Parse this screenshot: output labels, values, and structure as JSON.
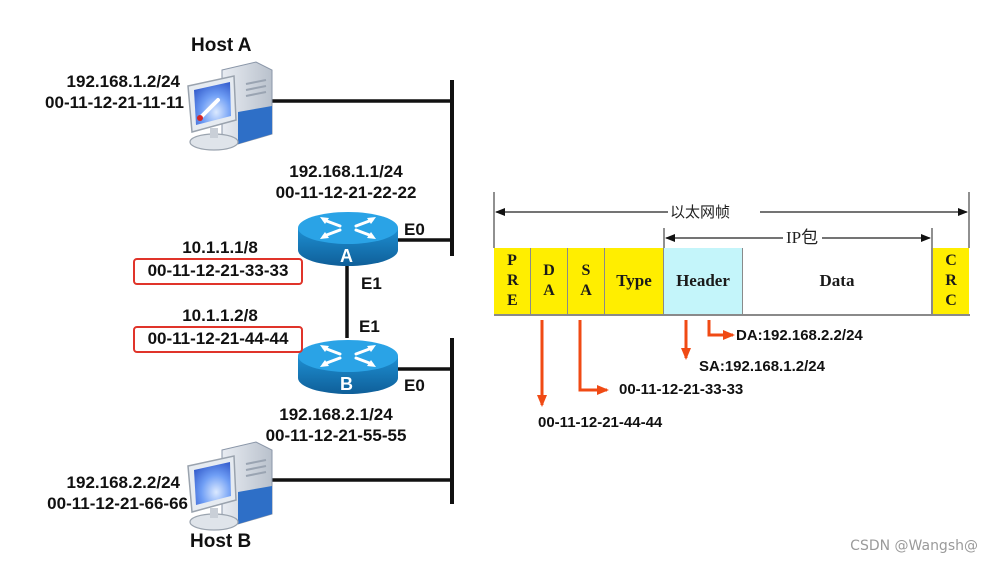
{
  "network": {
    "host_a": {
      "name": "Host A",
      "ip": "192.168.1.2/24",
      "mac": "00-11-12-21-11-11"
    },
    "router_a": {
      "label": "A",
      "e0": {
        "name": "E0",
        "ip": "192.168.1.1/24",
        "mac": "00-11-12-21-22-22"
      },
      "e1": {
        "name": "E1",
        "ip": "10.1.1.1/8",
        "mac": "00-11-12-21-33-33",
        "highlighted": true
      }
    },
    "router_b": {
      "label": "B",
      "e1": {
        "name": "E1",
        "ip": "10.1.1.2/8",
        "mac": "00-11-12-21-44-44",
        "highlighted": true
      },
      "e0": {
        "name": "E0",
        "ip": "192.168.2.1/24",
        "mac": "00-11-12-21-55-55"
      }
    },
    "host_b": {
      "name": "Host B",
      "ip": "192.168.2.2/24",
      "mac": "00-11-12-21-66-66"
    }
  },
  "frame": {
    "title": "以太网帧",
    "ip_packet_title": "IP包",
    "fields": [
      {
        "key": "pre",
        "label": "P R E",
        "color": "#ffee00"
      },
      {
        "key": "da",
        "label": "D A",
        "color": "#ffee00"
      },
      {
        "key": "sa",
        "label": "S A",
        "color": "#ffee00"
      },
      {
        "key": "type",
        "label": "Type",
        "color": "#ffee00"
      },
      {
        "key": "header",
        "label": "Header",
        "color": "#c4f5fa"
      },
      {
        "key": "data",
        "label": "Data",
        "color": "#ffffff"
      },
      {
        "key": "crc",
        "label": "C R C",
        "color": "#ffee00"
      }
    ],
    "annotations": {
      "ip_da": "DA:192.168.2.2/24",
      "ip_sa": "SA:192.168.1.2/24",
      "eth_sa": "00-11-12-21-33-33",
      "eth_da": "00-11-12-21-44-44"
    }
  },
  "colors": {
    "highlight_border": "#e0342a",
    "arrow": "#f04a14",
    "router_blue": "#1a8fd0",
    "field_yellow": "#ffee00",
    "header_cyan": "#c4f5fa"
  },
  "watermark": "CSDN @Wangsh@"
}
